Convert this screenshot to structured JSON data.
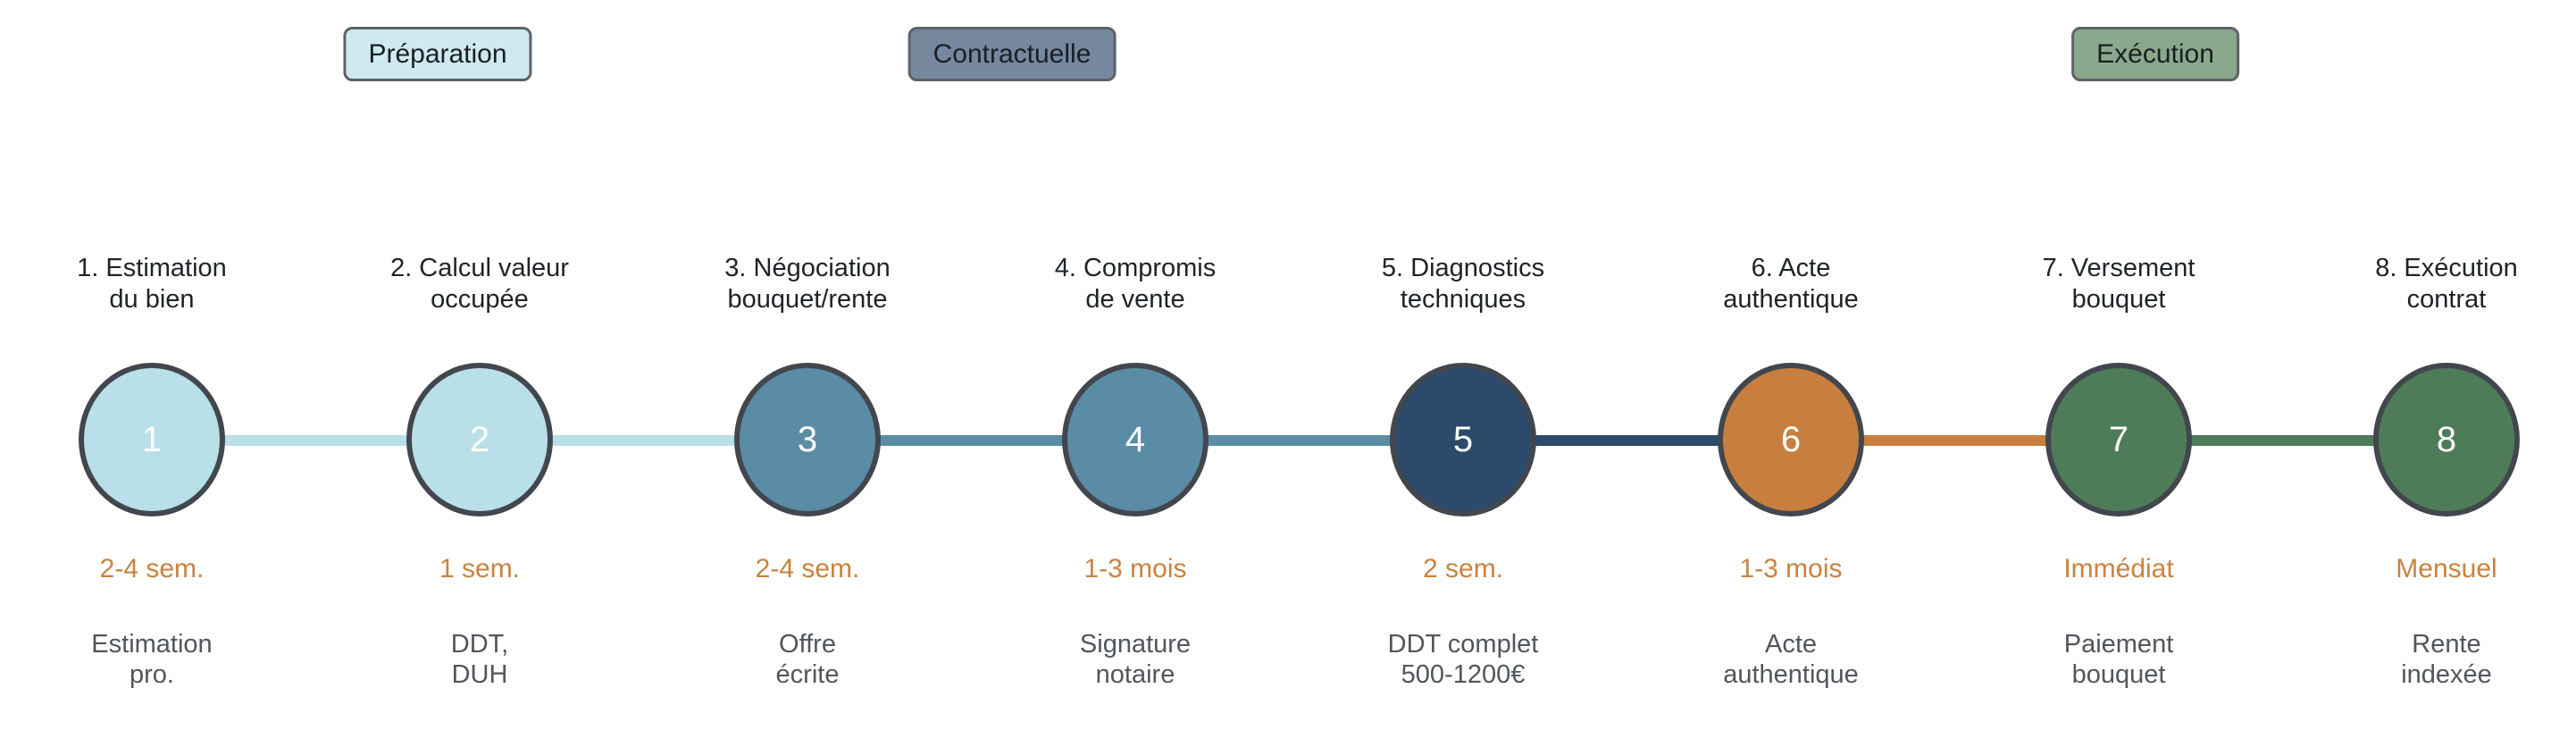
{
  "phases": [
    {
      "label": "Préparation",
      "fill": "#cfe9f0"
    },
    {
      "label": "Contractuelle",
      "fill": "#75889e"
    },
    {
      "label": "Exécution",
      "fill": "#8aa98c"
    }
  ],
  "steps": [
    {
      "number": "1",
      "title1": "1. Estimation",
      "title2": "du bien",
      "duration": "2-4 sem.",
      "detail1": "Estimation",
      "detail2": "pro.",
      "color": "#b9dfe8"
    },
    {
      "number": "2",
      "title1": "2. Calcul valeur",
      "title2": "occupée",
      "duration": "1 sem.",
      "detail1": "DDT,",
      "detail2": "DUH",
      "color": "#b9dfe8"
    },
    {
      "number": "3",
      "title1": "3. Négociation",
      "title2": "bouquet/rente",
      "duration": "2-4 sem.",
      "detail1": "Offre",
      "detail2": "écrite",
      "color": "#5b8ca6"
    },
    {
      "number": "4",
      "title1": "4. Compromis",
      "title2": "de vente",
      "duration": "1-3 mois",
      "detail1": "Signature",
      "detail2": "notaire",
      "color": "#5b8ca6"
    },
    {
      "number": "5",
      "title1": "5. Diagnostics",
      "title2": "techniques",
      "duration": "2 sem.",
      "detail1": "DDT complet",
      "detail2": "500-1200€",
      "color": "#2c4a6b"
    },
    {
      "number": "6",
      "title1": "6. Acte",
      "title2": "authentique",
      "duration": "1-3 mois",
      "detail1": "Acte",
      "detail2": "authentique",
      "color": "#c87e3e"
    },
    {
      "number": "7",
      "title1": "7. Versement",
      "title2": "bouquet",
      "duration": "Immédiat",
      "detail1": "Paiement",
      "detail2": "bouquet",
      "color": "#4e7c59"
    },
    {
      "number": "8",
      "title1": "8. Exécution",
      "title2": "contrat",
      "duration": "Mensuel",
      "detail1": "Rente",
      "detail2": "indexée",
      "color": "#4e7c59"
    }
  ],
  "ui_colors": {
    "circle_border": "#42474e",
    "title_text": "#1e2328",
    "duration_text": "#c9823f",
    "detail_text": "#50565c",
    "background": "#ffffff"
  }
}
